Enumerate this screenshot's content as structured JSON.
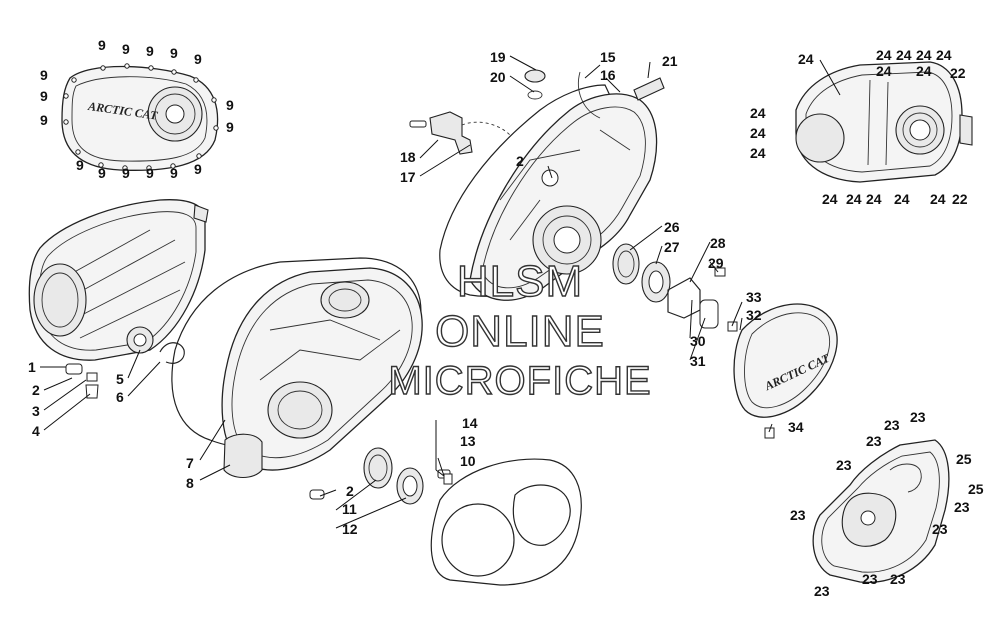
{
  "diagram": {
    "callouts": {
      "c1": "1",
      "c2": "2",
      "c3": "3",
      "c4": "4",
      "c5": "5",
      "c6": "6",
      "c7": "7",
      "c8": "8",
      "c9": "9",
      "c10": "10",
      "c11": "11",
      "c12": "12",
      "c13": "13",
      "c14": "14",
      "c15": "15",
      "c16": "16",
      "c17": "17",
      "c18": "18",
      "c19": "19",
      "c20": "20",
      "c21": "21",
      "c22": "22",
      "c23": "23",
      "c24": "24",
      "c25": "25",
      "c26": "26",
      "c27": "27",
      "c28": "28",
      "c29": "29",
      "c30": "30",
      "c31": "31",
      "c32": "32",
      "c33": "33",
      "c34": "34"
    },
    "logos": {
      "cover_logo_top": "ARCTIC CAT",
      "cover_logo_right": "ARCTIC CAT"
    },
    "watermark": {
      "line1": "HLSM",
      "line2": "ONLINE",
      "line3": "MICROFICHE"
    }
  }
}
